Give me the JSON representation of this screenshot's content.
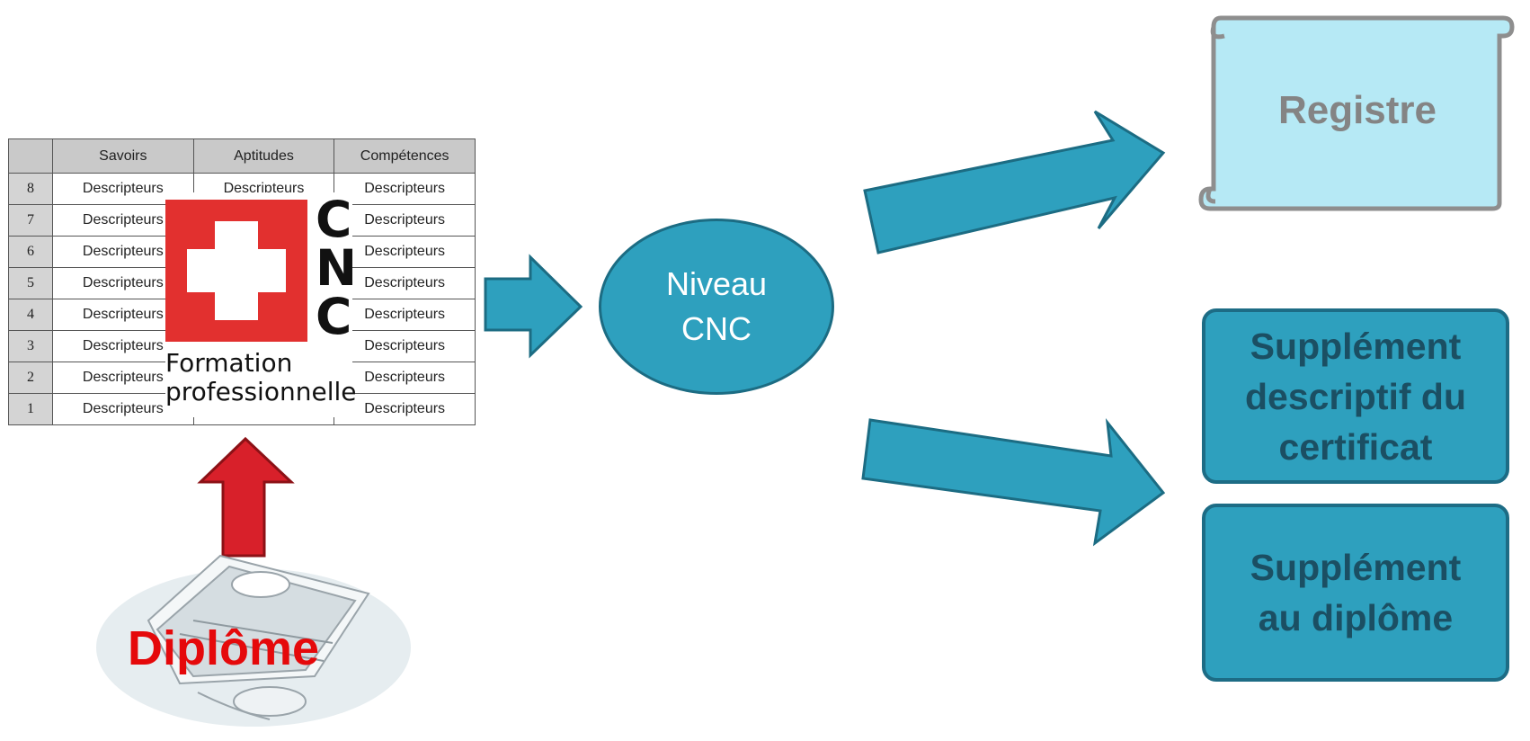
{
  "table": {
    "headers": [
      "",
      "Savoirs",
      "Aptitudes",
      "Compétences"
    ],
    "rows": [
      {
        "level": "8",
        "savoirs": "Descripteurs",
        "aptitudes": "Descripteurs",
        "competences": "Descripteurs"
      },
      {
        "level": "7",
        "savoirs": "Descripteurs",
        "aptitudes": "",
        "competences": "Descripteurs"
      },
      {
        "level": "6",
        "savoirs": "Descripteurs",
        "aptitudes": "",
        "competences": "Descripteurs"
      },
      {
        "level": "5",
        "savoirs": "Descripteurs",
        "aptitudes": "",
        "competences": "Descripteurs"
      },
      {
        "level": "4",
        "savoirs": "Descripteurs",
        "aptitudes": "",
        "competences": "Descripteurs"
      },
      {
        "level": "3",
        "savoirs": "Descripteurs",
        "aptitudes": "",
        "competences": "Descripteurs"
      },
      {
        "level": "2",
        "savoirs": "Descripteurs",
        "aptitudes": "",
        "competences": "Descripteurs"
      },
      {
        "level": "1",
        "savoirs": "Descripteurs",
        "aptitudes": "Descripteurs",
        "competences": "Descripteurs"
      }
    ]
  },
  "logo": {
    "letters": [
      "C",
      "N",
      "C"
    ],
    "caption_line1": "Formation",
    "caption_line2": "professionnelle",
    "flag_color": "#e2302f"
  },
  "nodes": {
    "niveau_line1": "Niveau",
    "niveau_line2": "CNC",
    "registre": "Registre",
    "certificat_line1": "Supplément",
    "certificat_line2": "descriptif du",
    "certificat_line3": "certificat",
    "diplome_sup_line1": "Supplément",
    "diplome_sup_line2": "au diplôme",
    "diplome": "Diplôme"
  },
  "icons": [
    "diploma-scroll-icon",
    "swiss-cross-icon",
    "scroll-icon"
  ],
  "colors": {
    "arrow_teal": "#2ea0be",
    "arrow_teal_border": "#1c6c83",
    "arrow_red": "#d8202a",
    "registre_fill": "#b6e9f5",
    "diplome_text": "#e5090b"
  }
}
